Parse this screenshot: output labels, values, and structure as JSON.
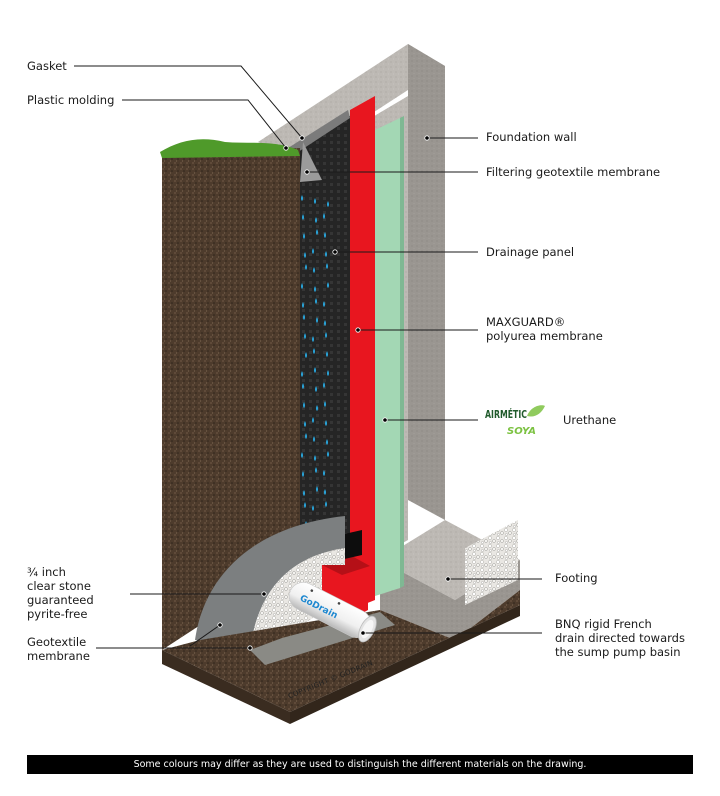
{
  "diagram": {
    "title": "Foundation waterproofing and French drain cross-section",
    "labels": {
      "gasket": "Gasket",
      "plastic_molding": "Plastic molding",
      "foundation_wall": "Foundation wall",
      "filtering_geotextile": "Filtering geotextile membrane",
      "drainage_panel": "Drainage panel",
      "maxguard": "MAXGUARD®\npolyurea membrane",
      "urethane": "Urethane",
      "clear_stone": "¾ inch\nclear stone\nguaranteed\npyrite-free",
      "geotextile_membrane": "Geotextile\nmembrane",
      "footing": "Footing",
      "french_drain": "BNQ rigid French\ndrain directed towards\nthe sump pump basin"
    },
    "logos": {
      "urethane_brand": "AIRMÉTIC",
      "urethane_brand_sub": "SOYA",
      "pipe_brand": "GoDrain"
    },
    "copyright": "COPYRIGHT © GODRAIN",
    "footer_note": "Some colours may differ as they are used to distinguish the different materials on the drawing."
  },
  "colors": {
    "polyurea_red": "#e8161f",
    "urethane_green": "#a3d7b4",
    "concrete": "#b9b5b0",
    "concrete_dark": "#8f8b87",
    "soil": "#4b3a2c",
    "drainage_panel": "#262626",
    "water_drop": "#29a8e0",
    "grass": "#4f9a2a",
    "brand_blue": "#1e88d0"
  }
}
